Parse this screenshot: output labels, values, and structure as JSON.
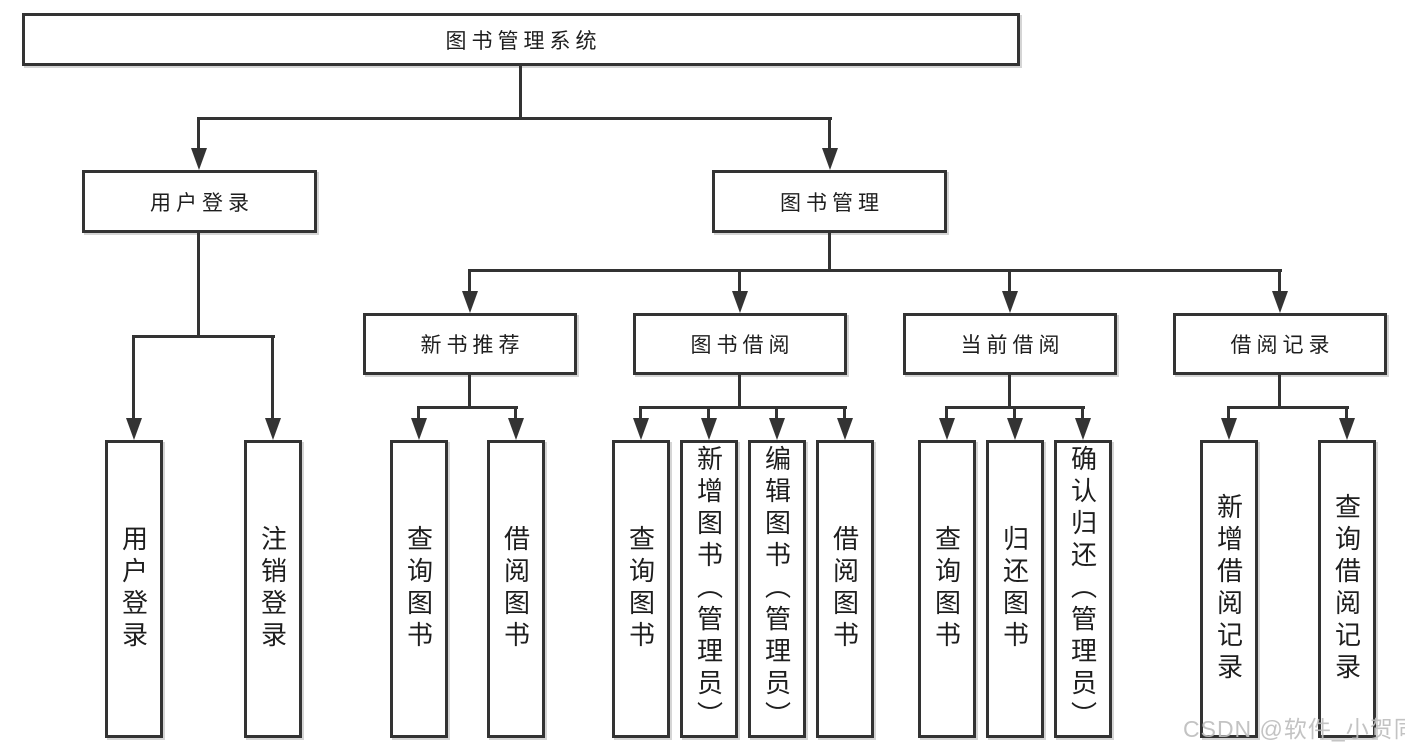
{
  "diagram_title": "图书管理系统",
  "watermark": "CSDN @软件_小贺同学",
  "colors": {
    "line": "#333333",
    "text": "#1e1e1e",
    "background": "#ffffff",
    "watermark": "#bebebe"
  },
  "tree": {
    "label": "图书管理系统",
    "children": [
      {
        "label": "用户登录",
        "children": [
          {
            "label": "用户登录"
          },
          {
            "label": "注销登录"
          }
        ]
      },
      {
        "label": "图书管理",
        "children": [
          {
            "label": "新书推荐",
            "children": [
              {
                "label": "查询图书"
              },
              {
                "label": "借阅图书"
              }
            ]
          },
          {
            "label": "图书借阅",
            "children": [
              {
                "label": "查询图书"
              },
              {
                "label": "新增图书（管理员）"
              },
              {
                "label": "编辑图书（管理员）"
              },
              {
                "label": "借阅图书"
              }
            ]
          },
          {
            "label": "当前借阅",
            "children": [
              {
                "label": "查询图书"
              },
              {
                "label": "归还图书"
              },
              {
                "label": "确认归还（管理员）"
              }
            ]
          },
          {
            "label": "借阅记录",
            "children": [
              {
                "label": "新增借阅记录"
              },
              {
                "label": "查询借阅记录"
              }
            ]
          }
        ]
      }
    ]
  }
}
